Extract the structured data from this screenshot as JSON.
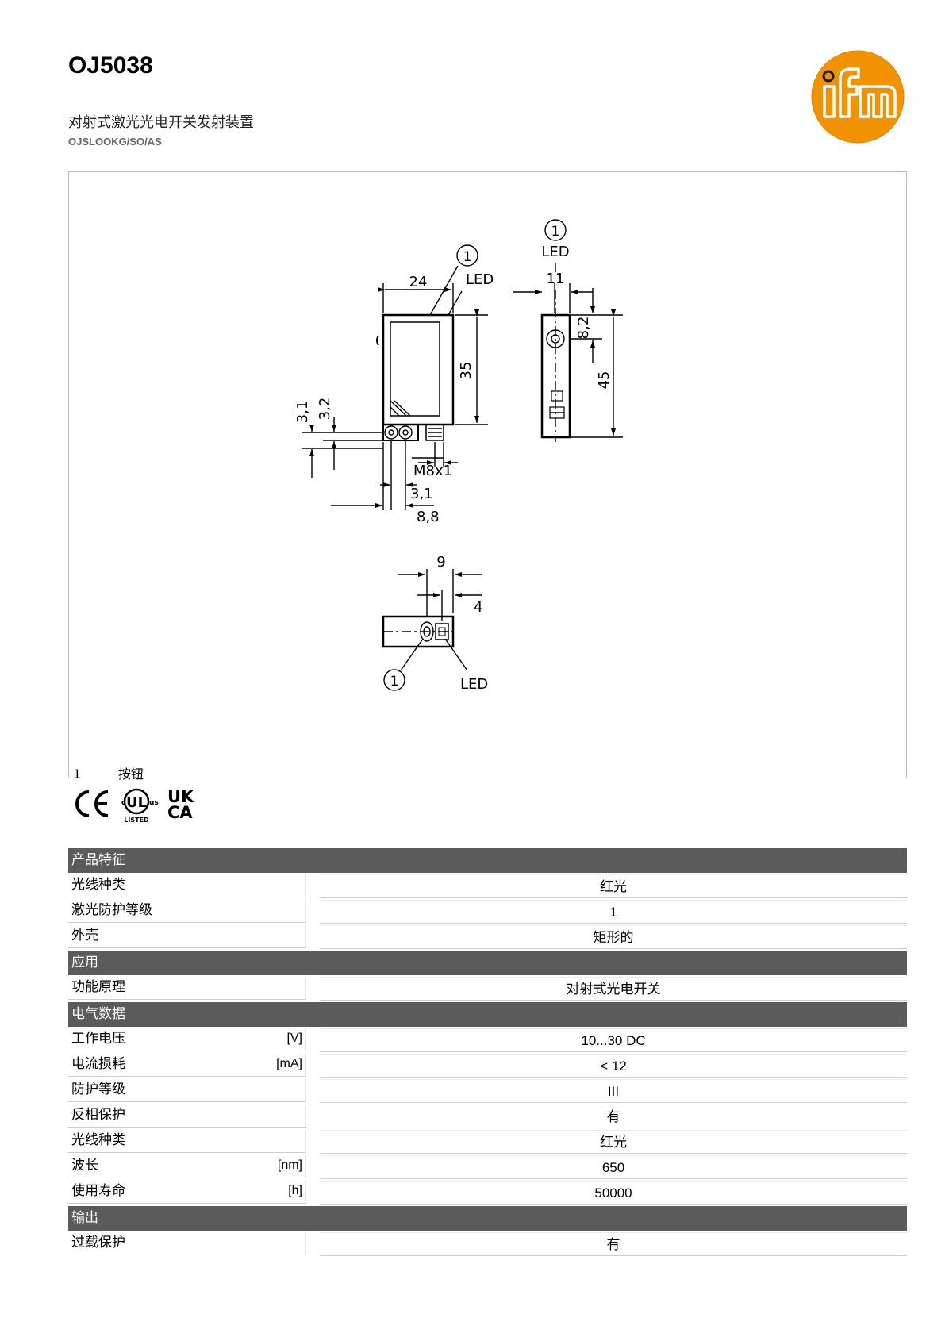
{
  "header": {
    "title": "OJ5038",
    "subtitle": "对射式激光光电开关发射装置",
    "code": "OJSLOOKG/SO/AS"
  },
  "logo": {
    "text": "ifm",
    "color": "#f39200"
  },
  "drawing": {
    "labels": {
      "led": "LED",
      "callout": "1",
      "d24": "24",
      "d35": "35",
      "d31a": "3,1",
      "d32": "3,2",
      "m8": "M8x1",
      "d31b": "3,1",
      "d88": "8,8",
      "d11": "11",
      "d82": "8,2",
      "d45": "45",
      "d9": "9",
      "d4": "4"
    },
    "footnote": {
      "num": "1",
      "text": "按钮"
    }
  },
  "certs": [
    "CE",
    "cULus LISTED",
    "UKCA"
  ],
  "cert_text": {
    "ul_c": "c",
    "ul_us": "us",
    "ul_listed": "LISTED",
    "uk": "UK",
    "ca": "CA"
  },
  "sections": [
    {
      "title": "产品特征",
      "rows": [
        {
          "label": "光线种类",
          "unit": "",
          "value": "红光"
        },
        {
          "label": "激光防护等级",
          "unit": "",
          "value": "1"
        },
        {
          "label": "外壳",
          "unit": "",
          "value": "矩形的"
        }
      ]
    },
    {
      "title": "应用",
      "rows": [
        {
          "label": "功能原理",
          "unit": "",
          "value": "对射式光电开关"
        }
      ]
    },
    {
      "title": "电气数据",
      "rows": [
        {
          "label": "工作电压",
          "unit": "[V]",
          "value": "10...30 DC"
        },
        {
          "label": "电流损耗",
          "unit": "[mA]",
          "value": "< 12"
        },
        {
          "label": "防护等级",
          "unit": "",
          "value": "III"
        },
        {
          "label": "反相保护",
          "unit": "",
          "value": "有"
        },
        {
          "label": "光线种类",
          "unit": "",
          "value": "红光"
        },
        {
          "label": "波长",
          "unit": "[nm]",
          "value": "650"
        },
        {
          "label": "使用寿命",
          "unit": "[h]",
          "value": "50000"
        }
      ]
    },
    {
      "title": "输出",
      "rows": [
        {
          "label": "过载保护",
          "unit": "",
          "value": "有"
        }
      ]
    }
  ]
}
